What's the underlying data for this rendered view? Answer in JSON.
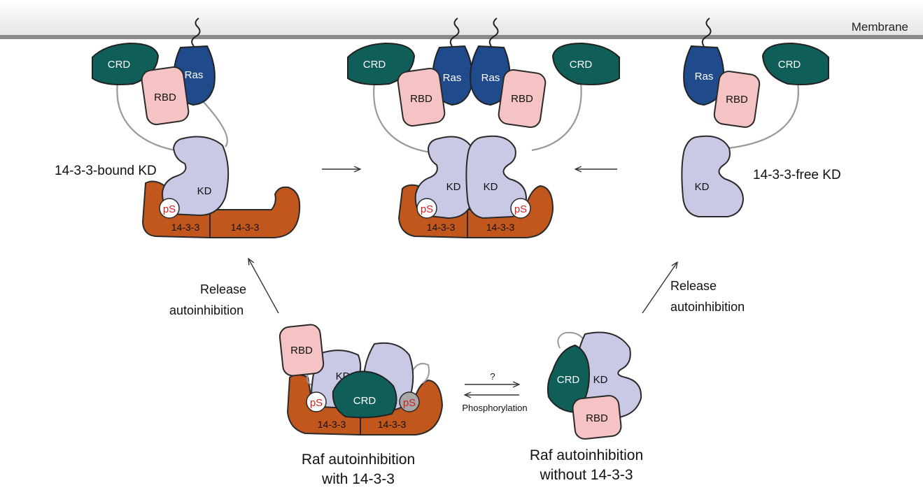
{
  "membrane": {
    "label": "Membrane"
  },
  "labels": {
    "crd": "CRD",
    "rbd": "RBD",
    "ras": "Ras",
    "kd": "KD",
    "ps": "pS",
    "fourteen33": "14-3-3"
  },
  "captions": {
    "bound_kd": "14-3-3-bound KD",
    "free_kd": "14-3-3-free KD",
    "release_left_line1": "Release",
    "release_left_line2": "autoinhibition",
    "release_right_line1": "Release",
    "release_right_line2": "autoinhibition",
    "question": "?",
    "phosphorylation": "Phosphorylation",
    "auto_with_line1": "Raf autoinhibition",
    "auto_with_line2": "with 14-3-3",
    "auto_without_line1": "Raf autoinhibition",
    "auto_without_line2": "without 14-3-3"
  },
  "colors": {
    "crd": "#0f5f58",
    "rbd": "#f5c3c3",
    "ras": "#1f4b8c",
    "kd": "#c9c9e6",
    "fourteen33": "#c2571e",
    "ps_text": "#d22020",
    "membrane_dark": "#8a8a8a",
    "membrane_light": "#eeeeee"
  }
}
